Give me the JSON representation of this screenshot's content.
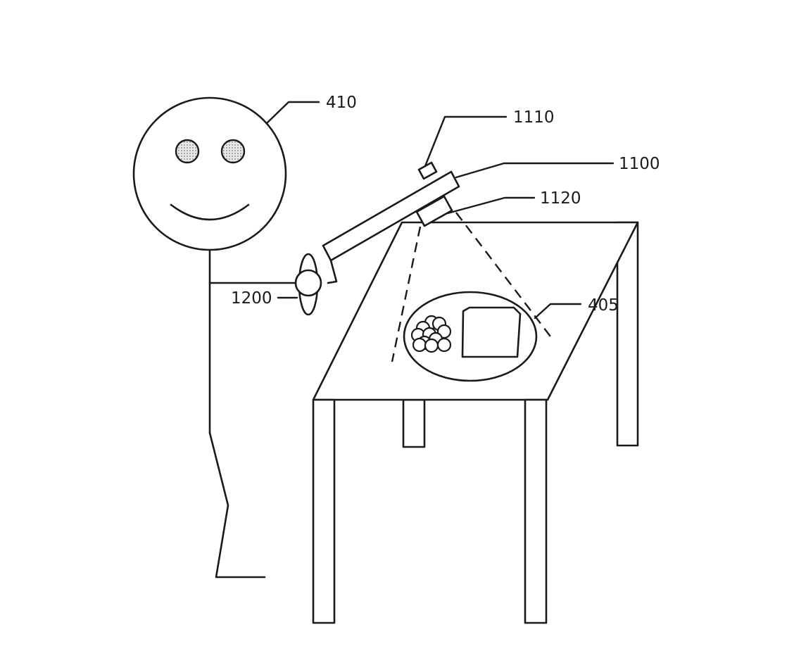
{
  "figure": {
    "labels": {
      "person": "410",
      "food_item": "405",
      "device": "1100",
      "device_top_part": "1110",
      "device_bottom_part": "1120",
      "handle": "1200"
    },
    "colors": {
      "line": "#1a1a1a",
      "background": "#ffffff",
      "eye_fill": "#d4d4d4"
    }
  }
}
